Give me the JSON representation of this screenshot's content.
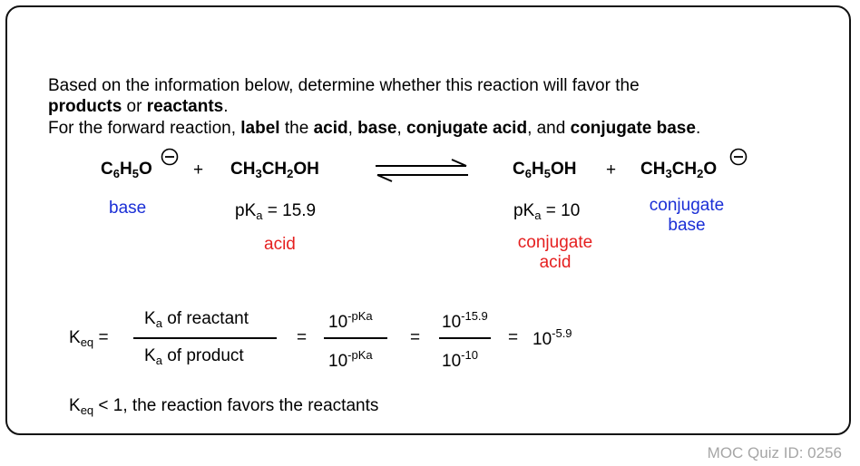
{
  "question": {
    "line1": "Based on the information below, determine whether this reaction will favor the",
    "line2_bold_a": "products",
    "line2_or": " or ",
    "line2_bold_b": "reactants",
    "line2_end": ".",
    "line3_a": "For the forward reaction, ",
    "line3_label": "label",
    "line3_the": " the ",
    "line3_acid": "acid",
    "line3_comma1": ", ",
    "line3_base": "base",
    "line3_comma2": ", ",
    "line3_conj_acid": "conjugate acid",
    "line3_and": ", and ",
    "line3_conj_base": "conjugate base",
    "line3_end": "."
  },
  "reaction": {
    "r1": {
      "a": "C",
      "s1": "6",
      "b": "H",
      "s2": "5",
      "c": "O"
    },
    "r2": {
      "a": "CH",
      "s1": "3",
      "b": "CH",
      "s2": "2",
      "c": "OH"
    },
    "p1": {
      "a": "C",
      "s1": "6",
      "b": "H",
      "s2": "5",
      "c": "OH"
    },
    "p2": {
      "a": "CH",
      "s1": "3",
      "b": "CH",
      "s2": "2",
      "c": "O"
    },
    "plus": "+"
  },
  "labels": {
    "base": "base",
    "acid": "acid",
    "conj_acid_1": "conjugate",
    "conj_acid_2": "acid",
    "conj_base_1": "conjugate",
    "conj_base_2": "base",
    "pka_left_pre": "pK",
    "pka_left_sub": "a",
    "pka_left_val": " = 15.9",
    "pka_right_pre": "pK",
    "pka_right_sub": "a",
    "pka_right_val": " = 10"
  },
  "equation": {
    "keq": "K",
    "keq_sub": "eq",
    "eqsign": "=",
    "num1_k": "K",
    "num1_sub": "a",
    "num1_rest": " of reactant",
    "den1_k": "K",
    "den1_sub": "a",
    "den1_rest": " of product",
    "num2_base": "10",
    "num2_exp": "-pKa",
    "den2_base": "10",
    "den2_exp": "-pKa",
    "num3_base": "10",
    "num3_exp": "-15.9",
    "den3_base": "10",
    "den3_exp": "-10",
    "result_base": "10",
    "result_exp": "-5.9"
  },
  "conclusion": {
    "k": "K",
    "sub": "eq",
    "rest": " < 1, the reaction favors the reactants"
  },
  "footer": "MOC Quiz ID: 0256"
}
